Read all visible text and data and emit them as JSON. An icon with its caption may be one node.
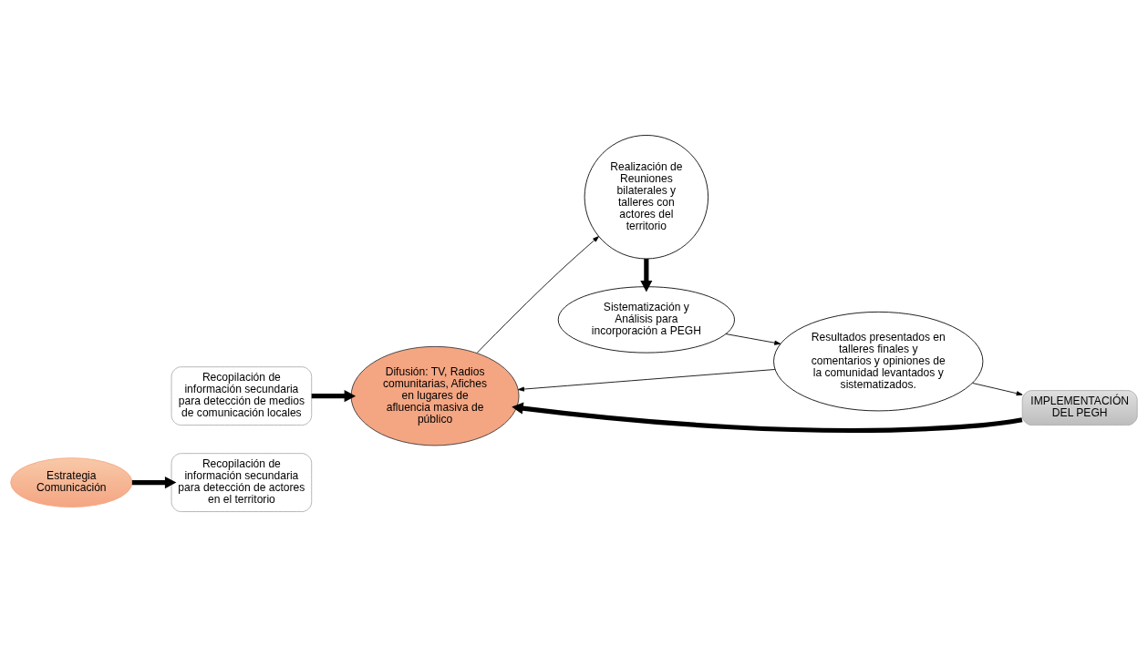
{
  "diagram": {
    "nodes": [
      {
        "text": [
          "Estrategia Comunicación"
        ]
      },
      {
        "text": [
          "Recopilación de información secundaria para detección de actores en el territorio"
        ]
      },
      {
        "text": [
          "Recopilación de información secundaria para detección de medios de comunicación locales"
        ]
      },
      {
        "text": [
          "Difusión: TV, Radios comunitarias, Afiches en lugares de afluencia masiva de público"
        ]
      },
      {
        "text": [
          "Realización de Reuniones bilaterales y talleres con actores del territorio"
        ]
      },
      {
        "text": [
          "Sistematización y Análisis para incorporación a PEGH"
        ]
      },
      {
        "text": [
          "Resultados presentados en talleres finales y comentarios y opiniones de la comunidad levantados y sistematizados."
        ]
      },
      {
        "text": [
          "IMPLEMENTACIÓN DEL PEGH"
        ]
      }
    ],
    "edges": [
      {
        "from": 0,
        "to": 1,
        "arrow": "to",
        "style": "thick"
      },
      {
        "from": 2,
        "to": 3,
        "arrow": "to",
        "style": "thick"
      },
      {
        "from": 3,
        "to": 4,
        "arrow": "to"
      },
      {
        "from": 4,
        "to": 5,
        "arrow": "to",
        "style": "thick"
      },
      {
        "from": 5,
        "to": 6,
        "arrow": "to"
      },
      {
        "from": 6,
        "to": 3,
        "arrow": "to"
      },
      {
        "from": 6,
        "to": 7,
        "arrow": "to"
      },
      {
        "from": 7,
        "to": 3,
        "arrow": "to",
        "style": "thick"
      }
    ]
  }
}
